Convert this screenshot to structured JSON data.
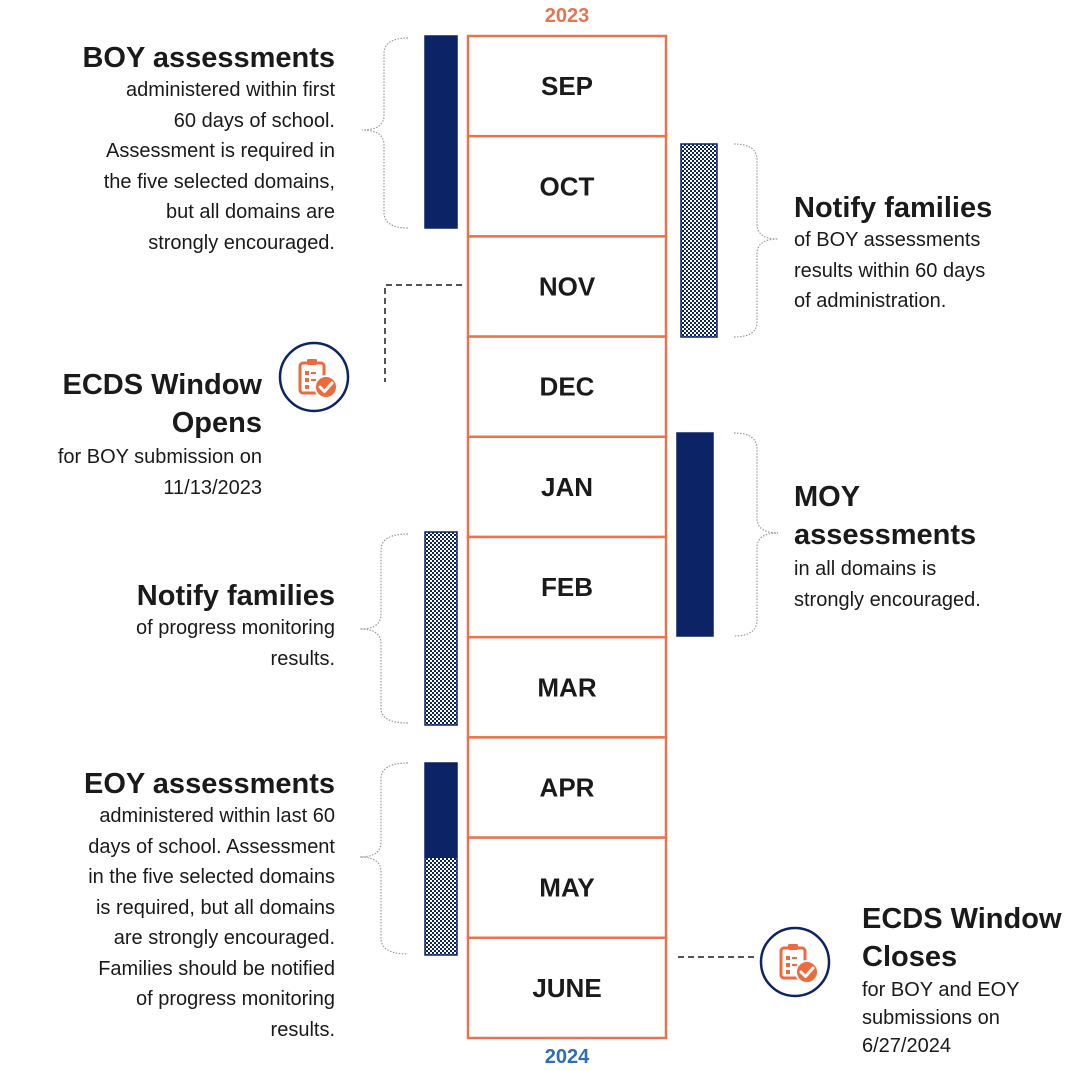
{
  "years": {
    "start": "2023",
    "end": "2024"
  },
  "months": [
    "SEP",
    "OCT",
    "NOV",
    "DEC",
    "JAN",
    "FEB",
    "MAR",
    "APR",
    "MAY",
    "JUNE"
  ],
  "annotations": {
    "boy": {
      "title": "BOY assessments",
      "lines": [
        "administered within first",
        "60 days of school.",
        "Assessment is required in",
        "the five selected domains,",
        "but all domains are",
        "strongly encouraged."
      ]
    },
    "ecds_open": {
      "title_lines": [
        "ECDS Window",
        "Opens"
      ],
      "lines": [
        "for BOY submission on",
        "11/13/2023"
      ]
    },
    "notify_progress": {
      "title": "Notify families",
      "lines": [
        "of progress monitoring",
        "results."
      ]
    },
    "eoy": {
      "title": "EOY assessments",
      "lines": [
        "administered within last 60",
        "days of school. Assessment",
        "in the five selected domains",
        "is required, but all domains",
        "are strongly encouraged.",
        "Families should be notified",
        "of progress monitoring",
        "results."
      ]
    },
    "notify_boy": {
      "title": "Notify families",
      "lines": [
        "of BOY assessments",
        "results within 60 days",
        "of administration."
      ]
    },
    "moy": {
      "title_lines": [
        "MOY",
        "assessments"
      ],
      "lines": [
        "in all domains is",
        "strongly encouraged."
      ]
    },
    "ecds_close": {
      "title_lines": [
        "ECDS Window",
        "Closes"
      ],
      "lines": [
        "for BOY and EOY",
        "submissions on",
        "6/27/2024"
      ]
    }
  },
  "icons": {
    "open": "clipboard-check-icon",
    "close": "clipboard-check-icon"
  },
  "colors": {
    "timeline_border": "#e8744f",
    "navy": "#0c2466",
    "year_start": "#e8744f",
    "year_end": "#2f6db5",
    "icon_orange": "#ec6a3c",
    "bracket": "#9a9a9a"
  }
}
